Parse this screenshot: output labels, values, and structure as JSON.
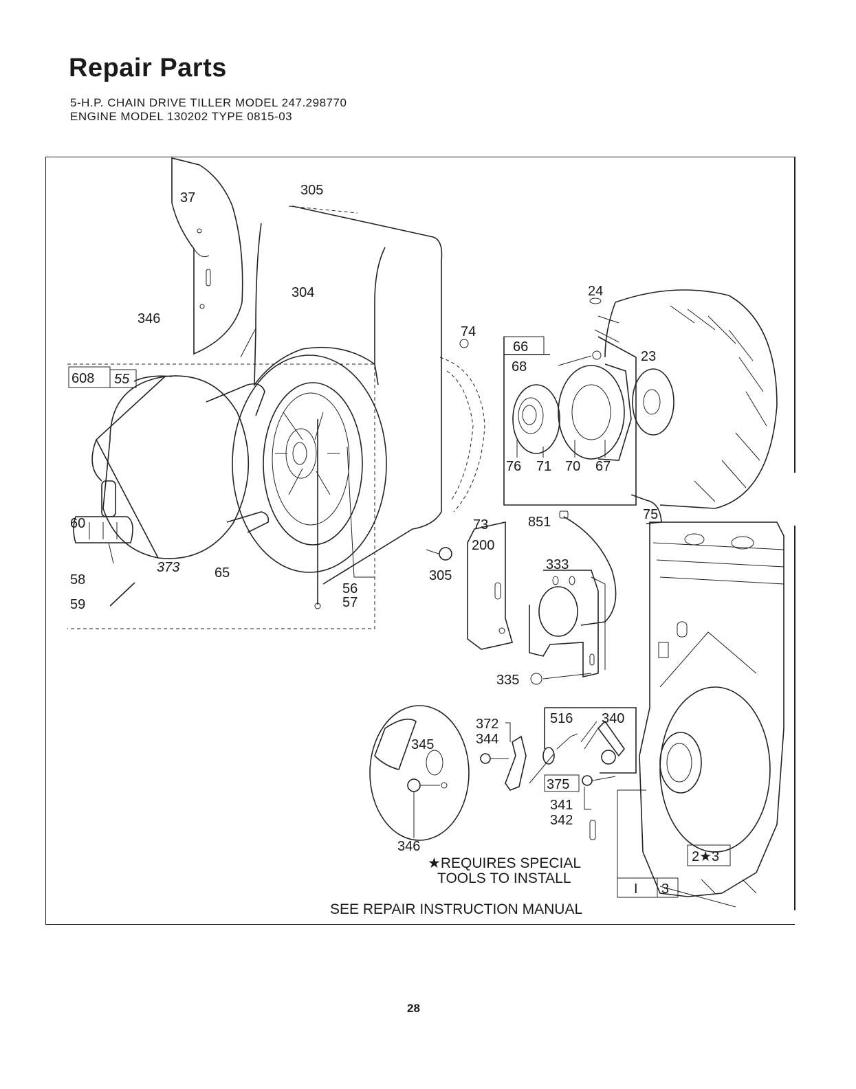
{
  "header": {
    "title": "Repair Parts",
    "line1": "5-H.P. CHAIN DRIVE TILLER MODEL 247.298770",
    "line2": "ENGINE MODEL 130202 TYPE 0815-03"
  },
  "labels": {
    "p37": "37",
    "p305a": "305",
    "p304": "304",
    "p346a": "346",
    "p608": "608",
    "p55": "55",
    "p60": "60",
    "p58": "58",
    "p59": "59",
    "p373": "373",
    "p65": "65",
    "p56": "56",
    "p57": "57",
    "p74": "74",
    "p73": "73",
    "p305b": "305",
    "p66": "66",
    "p68": "68",
    "p76": "76",
    "p71": "71",
    "p70": "70",
    "p67": "67",
    "p24": "24",
    "p23": "23",
    "p75": "75",
    "p200": "200",
    "p851": "851",
    "p333": "333",
    "p335": "335",
    "p372": "372",
    "p344": "344",
    "p516": "516",
    "p340": "340",
    "p345": "345",
    "p375": "375",
    "p341": "341",
    "p342": "342",
    "p346b": "346",
    "p1": "I",
    "p3": "3",
    "p2star3": "2★3"
  },
  "notes": {
    "special_line1": "★REQUIRES SPECIAL",
    "special_line2": "TOOLS TO INSTALL",
    "manual": "SEE REPAIR INSTRUCTION MANUAL"
  },
  "page_number": "28"
}
